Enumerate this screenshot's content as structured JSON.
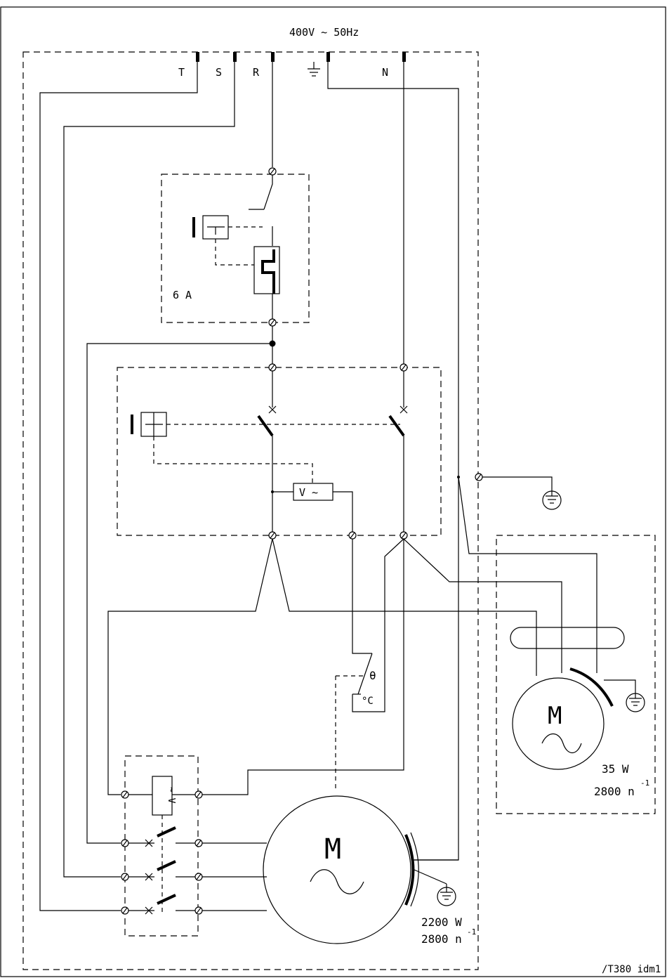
{
  "supply": {
    "voltage_label": "400V ~ 50Hz",
    "phase_t": "T",
    "phase_s": "S",
    "phase_r": "R",
    "neutral": "N"
  },
  "breaker": {
    "rating": "6 A"
  },
  "voltmeter": {
    "label": "V ~"
  },
  "relay": {
    "label": "~ V"
  },
  "thermostat": {
    "theta": "θ",
    "unit": "°C"
  },
  "main_motor": {
    "symbol": "M",
    "ac": "~",
    "power": "2200 W",
    "speed": "2800 n",
    "speed_exp": "-1"
  },
  "fan_motor": {
    "symbol": "M",
    "ac": "~",
    "power": "35 W",
    "speed": "2800 n",
    "speed_exp": "-1"
  },
  "drawing_code": "/T380 idm1"
}
